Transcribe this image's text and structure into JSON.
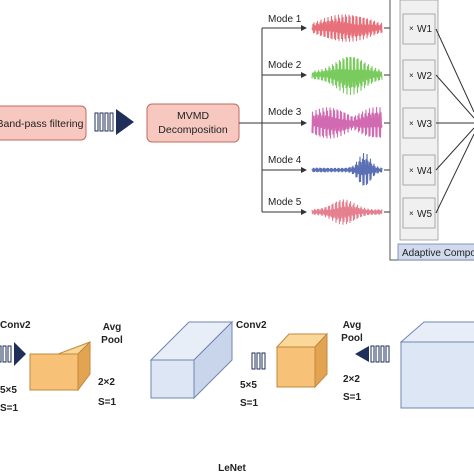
{
  "top_pipeline": {
    "bandpass_label": "Band-pass filtering",
    "mvmd_line1": "MVMD",
    "mvmd_line2": "Decomposition",
    "modes": [
      {
        "label": "Mode 1",
        "color": "#e8707a",
        "weight": "W1"
      },
      {
        "label": "Mode 2",
        "color": "#7acb5e",
        "weight": "W2"
      },
      {
        "label": "Mode 3",
        "color": "#d26ab2",
        "weight": "W3"
      },
      {
        "label": "Mode 4",
        "color": "#5b6fb4",
        "weight": "W4"
      },
      {
        "label": "Mode 5",
        "color": "#e48090",
        "weight": "W5"
      }
    ],
    "weight_prefix": "×",
    "adaptive_label": "Adaptive Compo",
    "colors": {
      "box_fill": "#f6c8c0",
      "box_stroke": "#c46a60",
      "arrow": "#1f2f5a",
      "adaptive_fill": "#d0d9ee",
      "panel_fill": "#f0f0f0"
    }
  },
  "bottom_pipeline": {
    "blocks": [
      {
        "title": "Conv2",
        "params": [
          "5×5",
          "S=1"
        ]
      },
      {
        "title_line1": "Avg",
        "title_line2": "Pool",
        "params": [
          "2×2",
          "S=1"
        ]
      },
      {
        "title": "Conv2",
        "params": [
          "5×5",
          "S=1"
        ]
      },
      {
        "title_line1": "Avg",
        "title_line2": "Pool",
        "params": [
          "2×2",
          "S=1"
        ]
      }
    ],
    "caption": "LeNet",
    "colors": {
      "orange": "#f7c177",
      "orange_stroke": "#c08a3c",
      "blue": "#dde6f5",
      "blue_stroke": "#7185b0"
    }
  }
}
